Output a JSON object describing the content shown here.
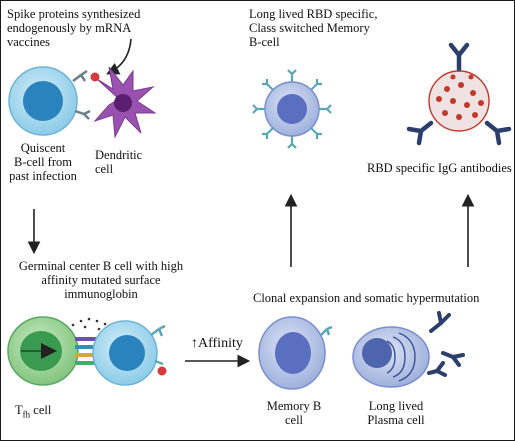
{
  "figure": {
    "labels": {
      "spike_caption": "Spike proteins synthesized\nendogenously by mRNA\nvaccines",
      "quiescent_caption": "Quiscent\nB-cell from\npast infection",
      "dendritic_caption": "Dendritic\ncell",
      "germinal_caption": "Germinal center B cell with high\naffinity mutated surface\nimmunoglobin",
      "tfh_main": "T",
      "tfh_sub": "fh",
      "tfh_suffix": " cell",
      "affinity_caption": "↑Affinity",
      "memory_long_caption": "Long lived RBD specific,\nClass switched Memory\nB-cell",
      "igg_caption": "RBD specific IgG  antibodies",
      "clonal_caption": "Clonal expansion and somatic hypermutation",
      "memory_b_caption": "Memory B\ncell",
      "plasma_caption": "Long lived\nPlasma cell"
    },
    "colors": {
      "b_cell_outer": "#a9d8ee",
      "b_cell_nucleus": "#2a83bd",
      "dendritic": "#9a52b0",
      "dendritic_nucleus": "#5a2070",
      "tfh_outer": "#9fd49a",
      "tfh_nucleus": "#3a9a50",
      "memory_outer": "#b8c8e8",
      "memory_nucleus": "#5a6fbf",
      "plasma_outer": "#c3cfe8",
      "plasma_nucleus": "#4e64ad",
      "antibody_dark": "#2c3e6b",
      "receptor_teal": "#5aa6b8",
      "virus_red": "#c0392b",
      "arrow": "#222222"
    }
  }
}
